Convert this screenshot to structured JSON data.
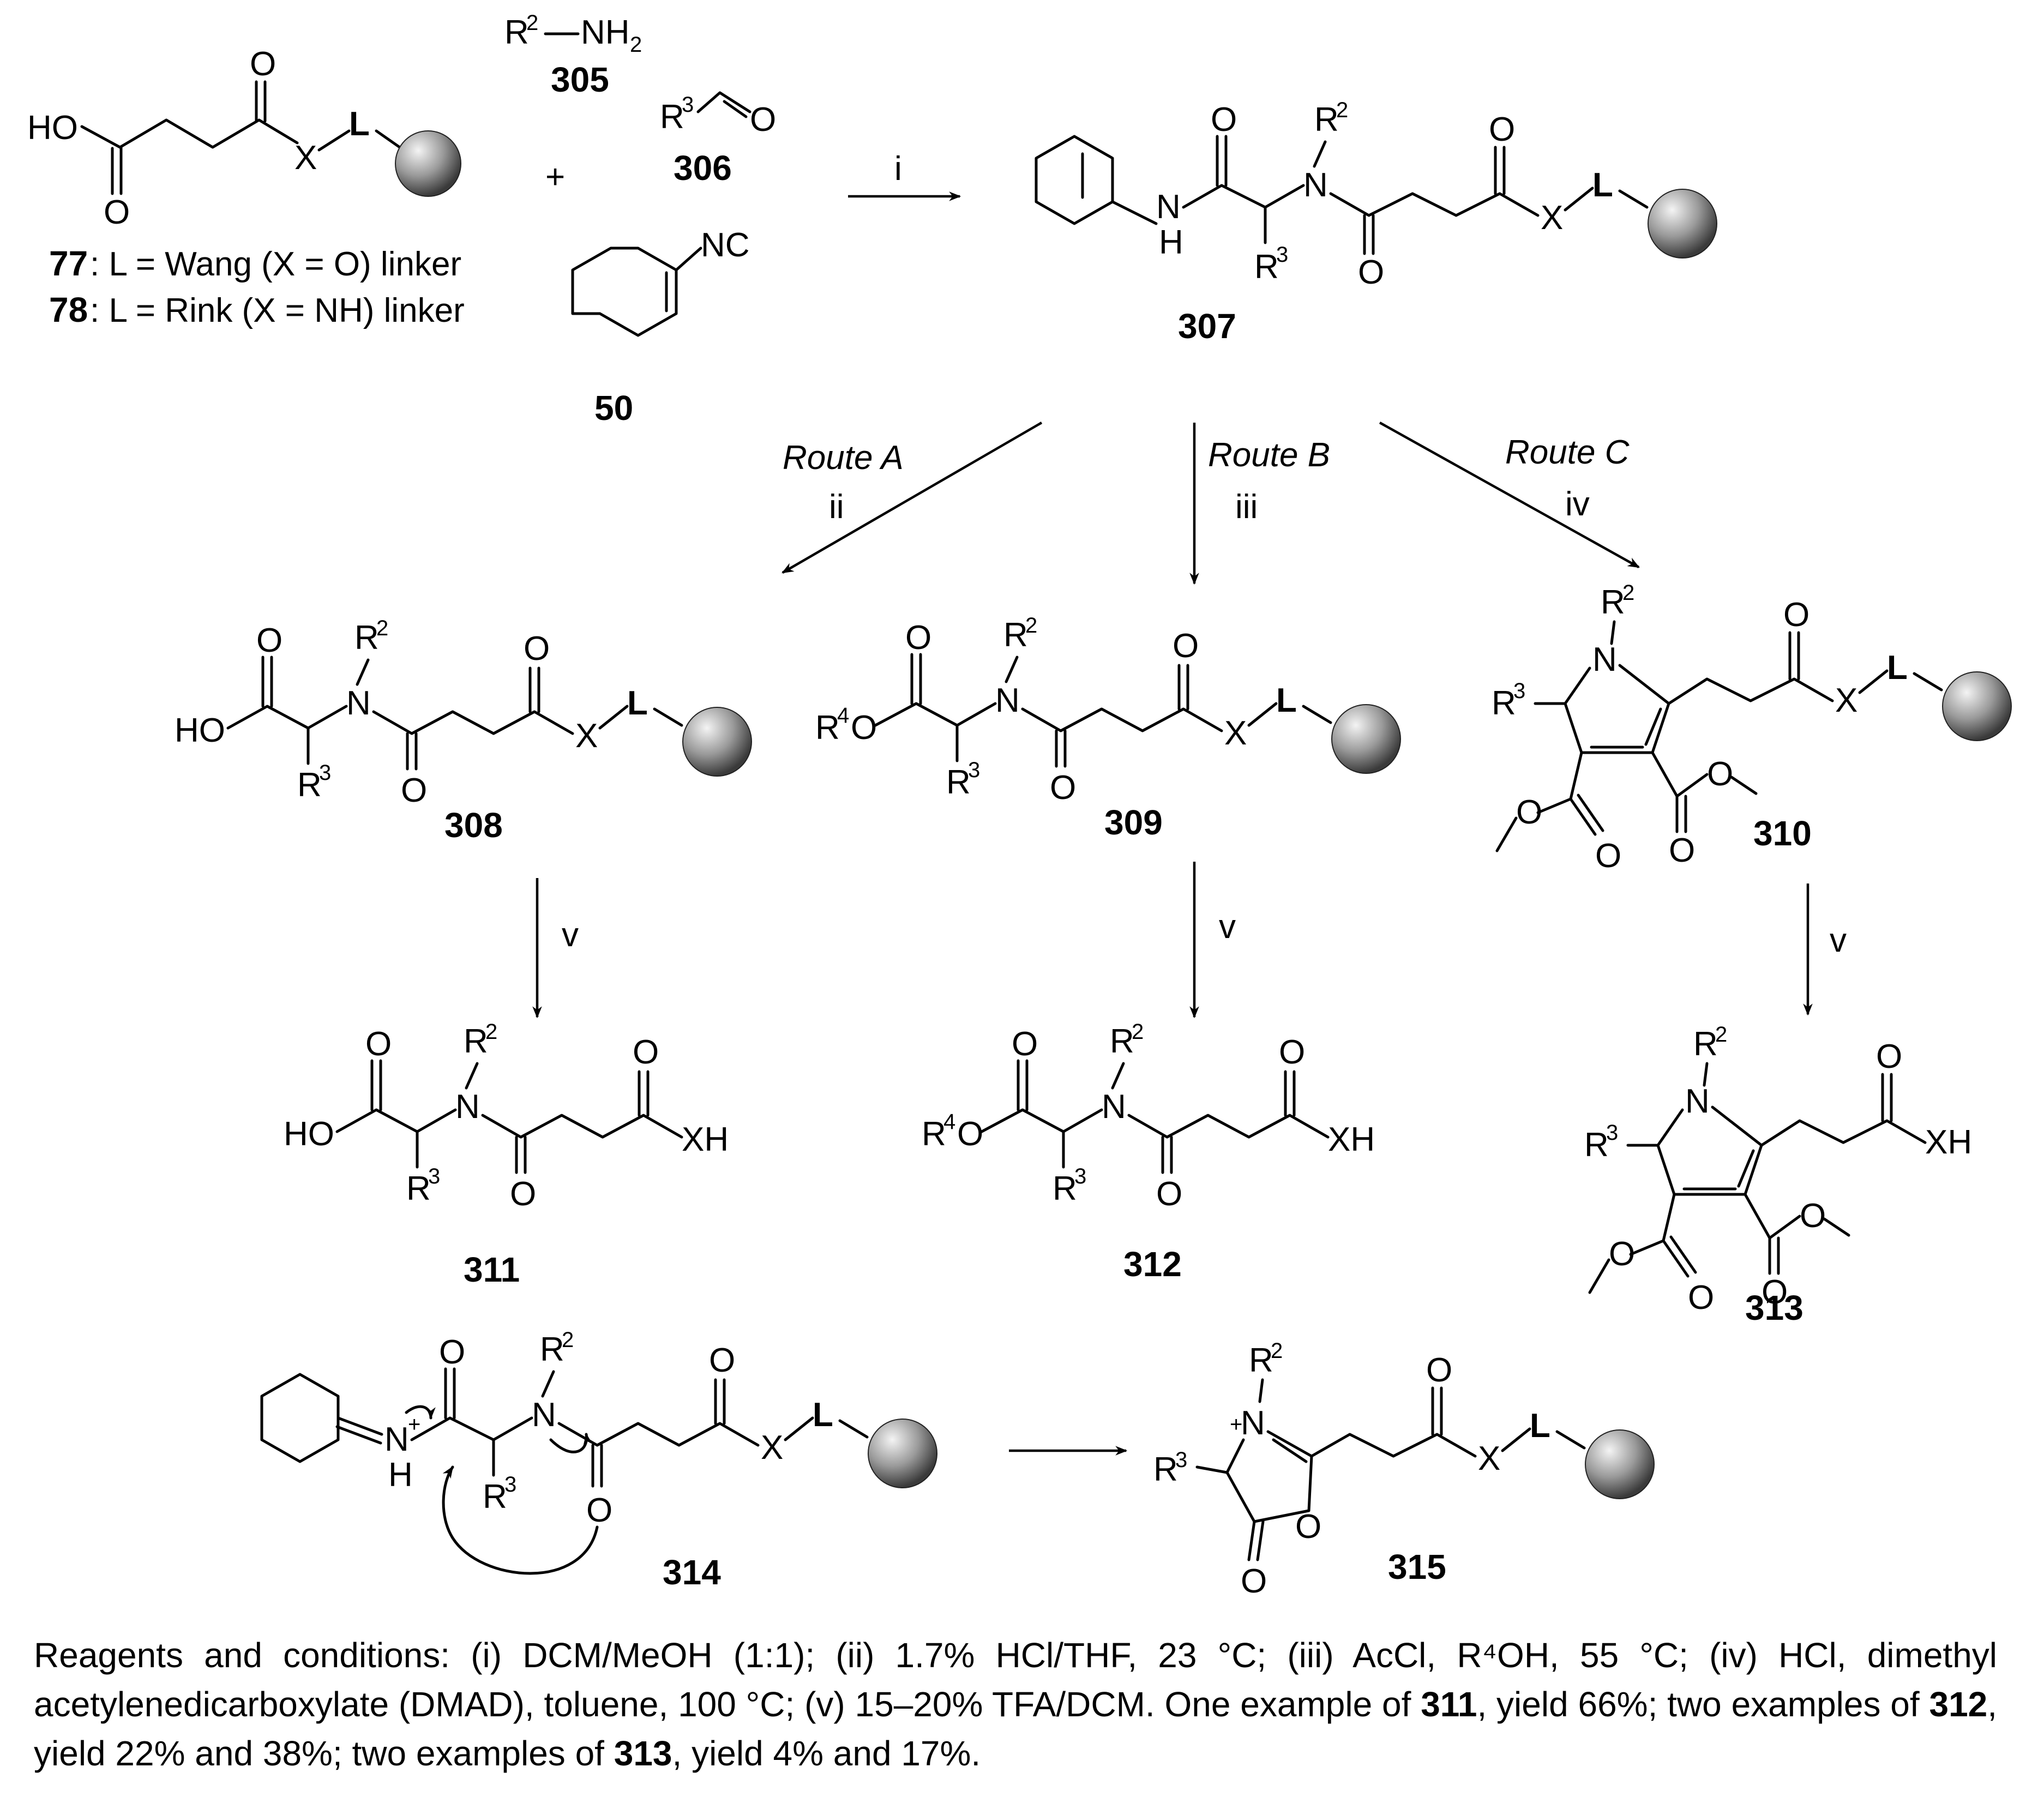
{
  "compounds": {
    "c77": "77",
    "c78": "78",
    "c305": "305",
    "c306": "306",
    "c50": "50",
    "c307": "307",
    "c308": "308",
    "c309": "309",
    "c310": "310",
    "c311": "311",
    "c312": "312",
    "c313": "313",
    "c314": "314",
    "c315": "315"
  },
  "linker_notes": {
    "l77_rest": ": L = Wang (X = O) linker",
    "l78_rest": ": L = Rink (X = NH) linker"
  },
  "steps": {
    "i": "i",
    "ii": "ii",
    "iii": "iii",
    "iv": "iv",
    "v": "v"
  },
  "routes": {
    "a": "Route A",
    "b": "Route B",
    "c": "Route C"
  },
  "plus": "+",
  "conditions": {
    "line1": "Reagents and conditions: (i) DCM/MeOH (1:1); (ii) 1.7% HCl/THF, 23 °C; (iii) AcCl, R⁴OH, 55 °C; (iv) HCl, dimethyl acetylenedicarboxylate (DMAD), toluene, 100 °C; (v) 15–20% TFA/DCM.",
    "ex_a": "One example of",
    "ex_a_cpd": "311",
    "ex_a_rest": ", yield 66%; two examples of",
    "ex_b_cpd": "312",
    "ex_b_rest": ", yield 22% and 38%; two examples of",
    "ex_c_cpd": "313",
    "ex_c_rest": ", yield 4% and 17%."
  }
}
